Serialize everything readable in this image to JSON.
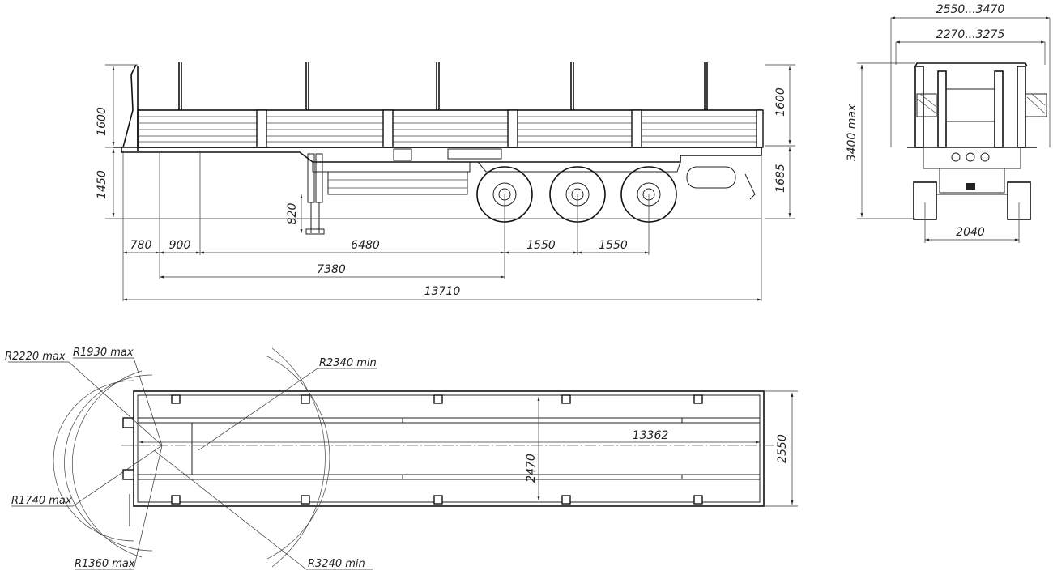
{
  "side_view": {
    "dims": {
      "stake_height": "1600",
      "deck_height": "1450",
      "landing_gear": "820",
      "overall_deck_height": "1685",
      "front_overhang": "780",
      "kingpin_offset": "900",
      "kingpin_to_axle": "6480",
      "axle_spacing_1": "1550",
      "axle_spacing_2": "1550",
      "kingpin_to_first_axle": "7380",
      "overall_length": "13710"
    }
  },
  "rear_view": {
    "dims": {
      "overall_width_range": "2550...3470",
      "stake_width_range": "2270...3275",
      "max_height": "3400 max",
      "track_width": "2040"
    }
  },
  "top_view": {
    "dims": {
      "deck_length": "13362",
      "inner_width": "2470",
      "overall_width": "2550"
    },
    "radii": {
      "r2220": "R2220 max",
      "r1930": "R1930 max",
      "r2340": "R2340 min",
      "r1740": "R1740 max",
      "r1360": "R1360 max",
      "r3240": "R3240 min"
    }
  }
}
